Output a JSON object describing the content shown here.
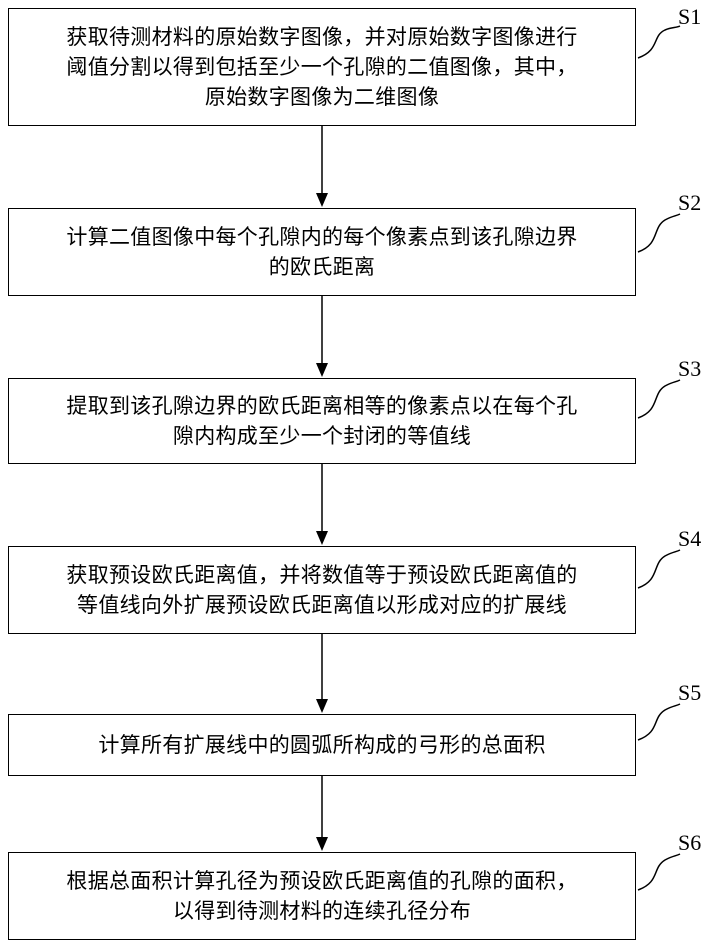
{
  "steps": [
    {
      "label": "S1",
      "lines": [
        "获取待测材料的原始数字图像，并对原始数字图像进行",
        "阈值分割以得到包括至少一个孔隙的二值图像，其中，",
        "原始数字图像为二维图像"
      ]
    },
    {
      "label": "S2",
      "lines": [
        "计算二值图像中每个孔隙内的每个像素点到该孔隙边界",
        "的欧氏距离"
      ]
    },
    {
      "label": "S3",
      "lines": [
        "提取到该孔隙边界的欧氏距离相等的像素点以在每个孔",
        "隙内构成至少一个封闭的等值线"
      ]
    },
    {
      "label": "S4",
      "lines": [
        "获取预设欧氏距离值，并将数值等于预设欧氏距离值的",
        "等值线向外扩展预设欧氏距离值以形成对应的扩展线"
      ]
    },
    {
      "label": "S5",
      "lines": [
        "计算所有扩展线中的圆弧所构成的弓形的总面积"
      ]
    },
    {
      "label": "S6",
      "lines": [
        "根据总面积计算孔径为预设欧氏距离值的孔隙的面积，",
        "以得到待测材料的连续孔径分布"
      ]
    }
  ]
}
